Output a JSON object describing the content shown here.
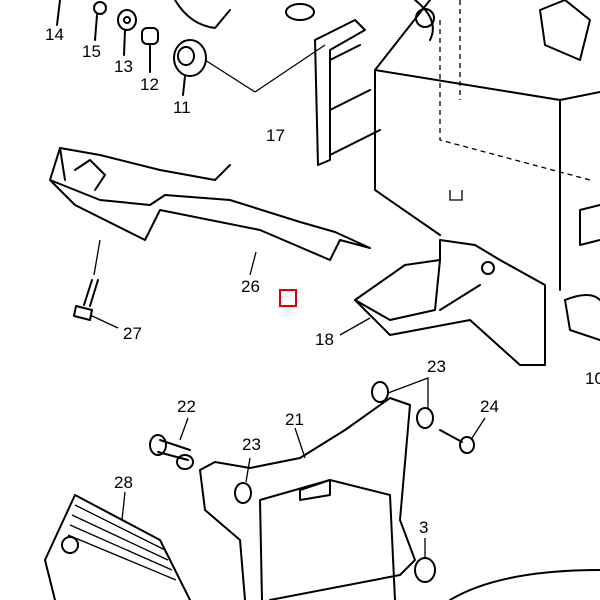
{
  "diagram": {
    "callouts": [
      "14",
      "15",
      "13",
      "12",
      "11",
      "17",
      "26",
      "27",
      "18",
      "10",
      "23",
      "24",
      "22",
      "21",
      "23",
      "28",
      "3"
    ],
    "selection_color": "#e00000"
  }
}
